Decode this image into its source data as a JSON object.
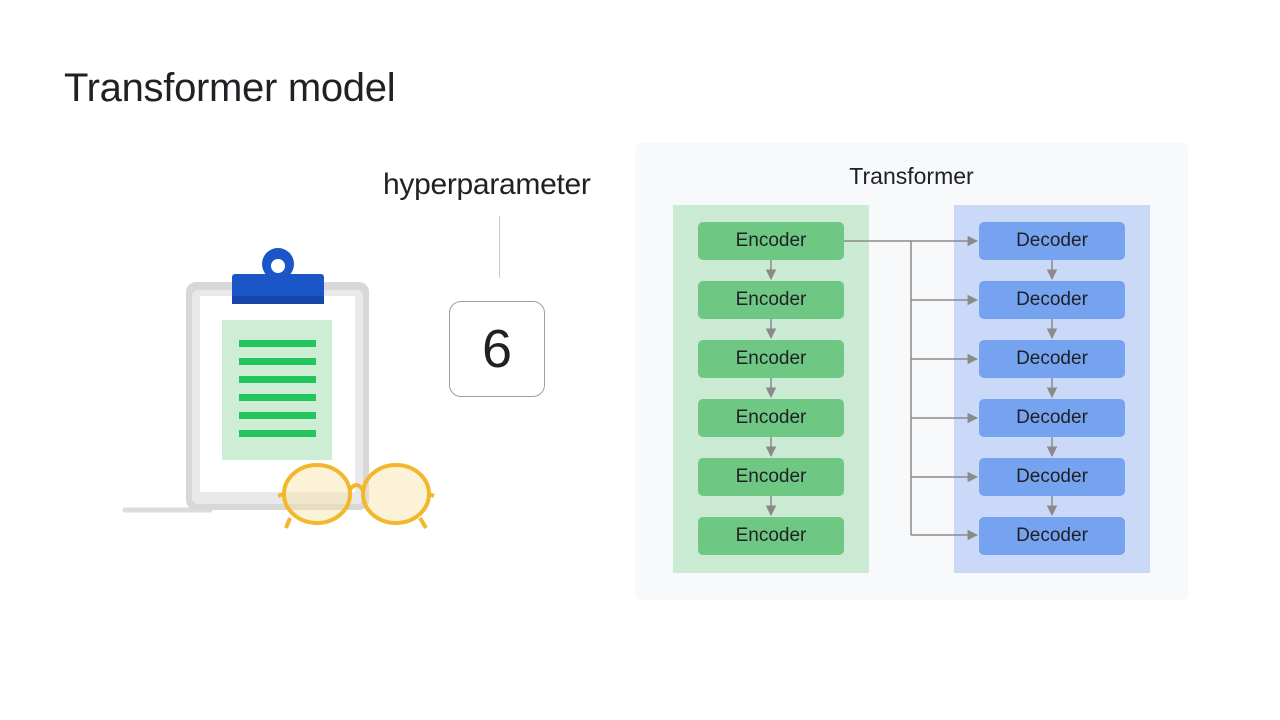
{
  "slide": {
    "title": "Transformer model"
  },
  "hyperparameter": {
    "label": "hyperparameter",
    "value": "6"
  },
  "transformer": {
    "title": "Transformer",
    "encoders": [
      "Encoder",
      "Encoder",
      "Encoder",
      "Encoder",
      "Encoder",
      "Encoder"
    ],
    "decoders": [
      "Decoder",
      "Decoder",
      "Decoder",
      "Decoder",
      "Decoder",
      "Decoder"
    ]
  },
  "icons": {
    "clipboard": "clipboard-icon",
    "glasses": "glasses-icon"
  },
  "colors": {
    "encoder_block": "#6fc784",
    "encoder_background": "#cbead4",
    "decoder_block": "#76a3f0",
    "decoder_background": "#cad9f8",
    "clipboard_clip": "#1a56c8",
    "clipboard_lines": "#22c55e",
    "glasses": "#f2b82b",
    "connector": "#8a8a8a"
  }
}
